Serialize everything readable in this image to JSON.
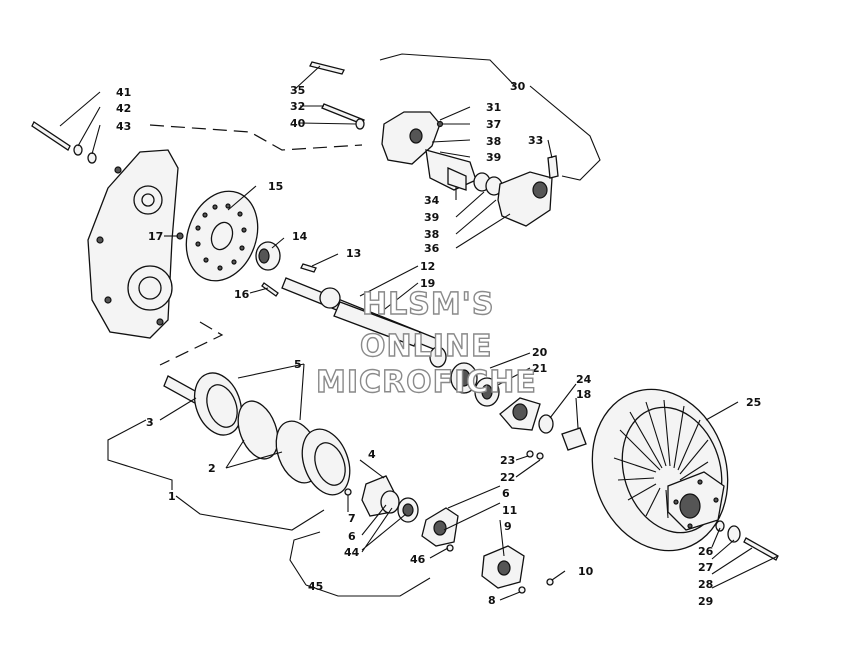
{
  "diagram": {
    "callouts": [
      "1",
      "2",
      "3",
      "4",
      "5",
      "6",
      "7",
      "8",
      "9",
      "10",
      "11",
      "12",
      "13",
      "14",
      "15",
      "16",
      "17",
      "18",
      "19",
      "20",
      "21",
      "22",
      "23",
      "24",
      "25",
      "26",
      "27",
      "28",
      "29",
      "30",
      "31",
      "32",
      "33",
      "34",
      "35",
      "36",
      "37",
      "38",
      "39",
      "40",
      "41",
      "42",
      "43",
      "44",
      "45",
      "46"
    ],
    "callout_6_repeat": "6",
    "callout_38_repeat": "38",
    "callout_39_repeat": "39",
    "watermark": [
      "HLSM'S",
      "ONLINE",
      "MICROFICHE"
    ]
  }
}
